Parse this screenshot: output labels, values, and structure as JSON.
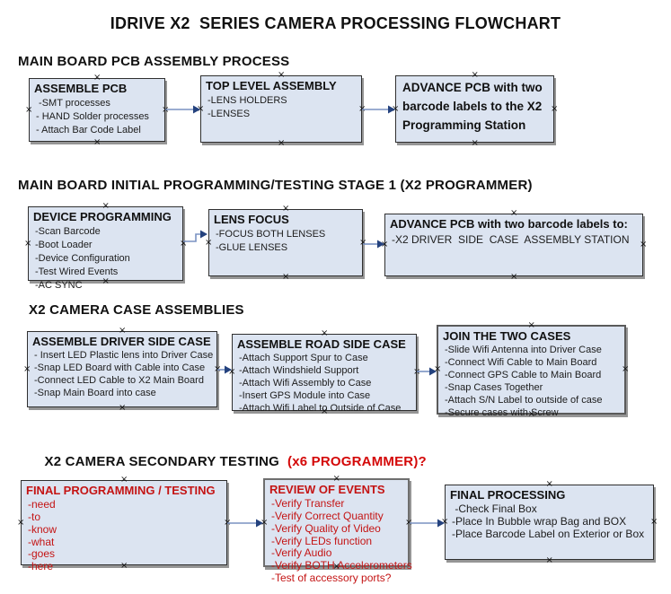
{
  "title": "IDRIVE X2  SERIES CAMERA PROCESSING FLOWCHART",
  "colors": {
    "box_fill": "#dce4f1",
    "box_border": "#2f2f2f",
    "red_text": "#c41414",
    "header_red": "#d40808",
    "arrow_line": "#7a92c2",
    "arrow_head": "#24427e"
  },
  "sections": [
    {
      "header": "MAIN BOARD PCB ASSEMBLY PROCESS",
      "boxes": [
        {
          "title": "ASSEMBLE PCB",
          "items": [
            " -SMT processes",
            "- HAND Solder processes",
            "- Attach Bar Code Label"
          ]
        },
        {
          "title": "TOP LEVEL ASSEMBLY",
          "items": [
            "-LENS HOLDERS",
            "-LENSES"
          ]
        },
        {
          "title": "ADVANCE PCB with two barcode labels to the X2 Programming Station",
          "items": []
        }
      ]
    },
    {
      "header": "MAIN BOARD INITIAL PROGRAMMING/TESTING STAGE 1 (X2 PROGRAMMER)",
      "boxes": [
        {
          "title": "DEVICE PROGRAMMING",
          "items": [
            "-Scan Barcode",
            "-Boot Loader",
            "-Device Configuration",
            "-Test Wired Events",
            "-AC SYNC"
          ]
        },
        {
          "title": "LENS FOCUS",
          "items": [
            "-FOCUS BOTH LENSES",
            "-GLUE LENSES"
          ]
        },
        {
          "title": "ADVANCE PCB with two barcode labels to:",
          "items": [
            "-X2 DRIVER  SIDE  CASE  ASSEMBLY STATION"
          ]
        }
      ]
    },
    {
      "header": "X2 CAMERA CASE ASSEMBLIES",
      "boxes": [
        {
          "title": "ASSEMBLE DRIVER SIDE CASE",
          "items": [
            "- Insert LED Plastic lens into Driver Case",
            "-Snap LED Board with Cable into Case",
            "-Connect LED Cable to X2 Main Board",
            "-Snap Main Board into case"
          ]
        },
        {
          "title": "ASSEMBLE ROAD SIDE CASE",
          "items": [
            "-Attach Support Spur to Case",
            "-Attach Windshield Support",
            "-Attach Wifi Assembly to Case",
            "-Insert GPS Module into Case",
            "-Attach Wifi Label to Outside of Case"
          ]
        },
        {
          "title": "JOIN THE TWO CASES",
          "items": [
            "-Slide Wifi Antenna into Driver Case",
            "-Connect Wifi Cable to Main Board",
            "-Connect GPS Cable to Main Board",
            "-Snap Cases Together",
            "-Attach S/N Label to outside of case",
            "-Secure cases with Screw"
          ]
        }
      ]
    },
    {
      "header": "X2 CAMERA SECONDARY TESTING",
      "header_suffix": "(x6 PROGRAMMER)?",
      "boxes": [
        {
          "title": "FINAL PROGRAMMING / TESTING",
          "items": [
            "-need",
            "-to",
            "-know",
            "-what",
            "-goes",
            "-here"
          ]
        },
        {
          "title": "REVIEW OF EVENTS",
          "items": [
            "-Verify Transfer",
            "-Verify Correct Quantity",
            "-Verify Quality of Video",
            "-Verify LEDs function",
            "-Verify Audio",
            "-Verify BOTH Accelerometers",
            "-Test of accessory ports?"
          ]
        },
        {
          "title": "FINAL PROCESSING",
          "items": [
            " -Check Final Box",
            "-Place In Bubble wrap Bag and BOX",
            "-Place Barcode Label on Exterior or Box"
          ]
        }
      ]
    }
  ]
}
